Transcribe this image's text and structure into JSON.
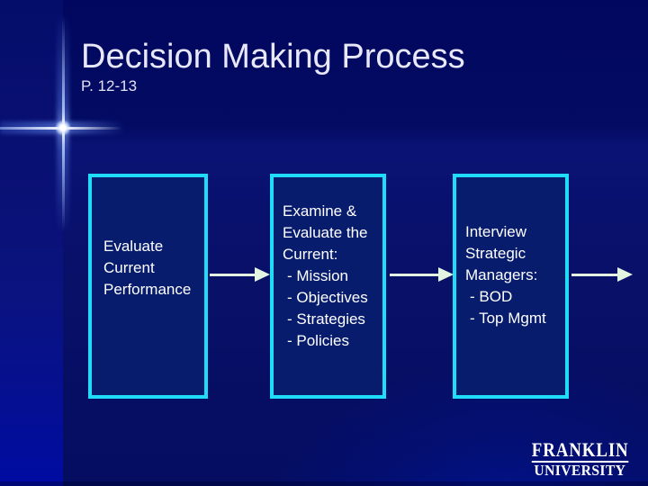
{
  "slide": {
    "title": "Decision Making Process",
    "page_ref": "P. 12-13"
  },
  "flowchart": {
    "boxes": [
      {
        "name": "evaluate-current-performance",
        "lines": [
          "Evaluate",
          "Current",
          "Performance"
        ]
      },
      {
        "name": "examine-evaluate-current",
        "lines": [
          "Examine &",
          "Evaluate the",
          "Current:",
          "- Mission",
          "- Objectives",
          "- Strategies",
          "- Policies"
        ]
      },
      {
        "name": "interview-strategic-managers",
        "lines": [
          "Interview",
          "Strategic",
          "Managers:",
          "- BOD",
          "- Top Mgmt"
        ]
      }
    ]
  },
  "logo": {
    "top": "FRANKLIN",
    "bottom": "UNIVERSITY"
  },
  "colors": {
    "background": "#000a66",
    "box_border": "#1fdcf8",
    "box_fill": "#081c6e",
    "box_text": "#ffffff",
    "title_text": "#e8e8fa",
    "arrow": "#e3f5e0"
  }
}
